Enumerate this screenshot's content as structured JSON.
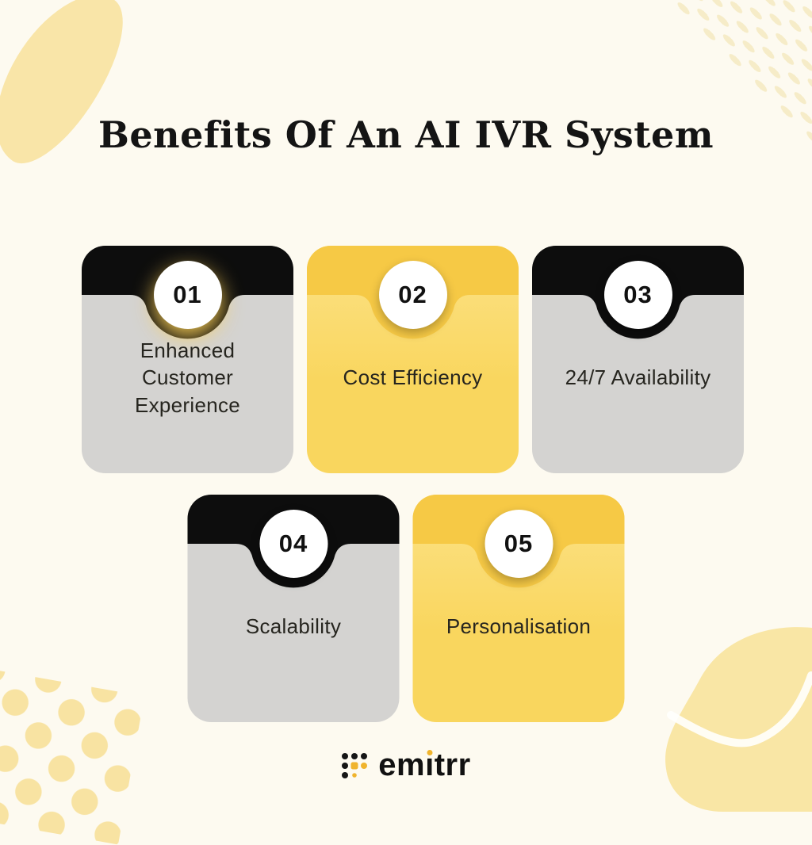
{
  "title": "Benefits Of An AI IVR System",
  "cards": [
    {
      "number": "01",
      "label": "Enhanced Customer Experience",
      "theme": "dark"
    },
    {
      "number": "02",
      "label": "Cost Efficiency",
      "theme": "yellow"
    },
    {
      "number": "03",
      "label": "24/7 Availability",
      "theme": "dark"
    },
    {
      "number": "04",
      "label": "Scalability",
      "theme": "dark"
    },
    {
      "number": "05",
      "label": "Personalisation",
      "theme": "yellow"
    }
  ],
  "logo": {
    "text": "emitrr",
    "parts": {
      "pre": "em",
      "i": "ı",
      "post": "trr"
    }
  },
  "colors": {
    "background": "#fdfaf0",
    "title_text": "#141414",
    "card_dark_header": "#0d0d0d",
    "card_gray_body": "#d4d3d1",
    "card_yellow_header": "#f6c945",
    "card_yellow_body_top": "#fce287",
    "card_yellow_body_bottom": "#f9d65e",
    "circle": "#ffffff",
    "number_text": "#111111",
    "label_text": "#26251f",
    "logo_text": "#111111",
    "logo_yellow": "#f0b42e",
    "deco_blob": "#f9e5a8",
    "deco_dash": "#f6ecc8",
    "deco_dot": "#f8e3a2"
  }
}
